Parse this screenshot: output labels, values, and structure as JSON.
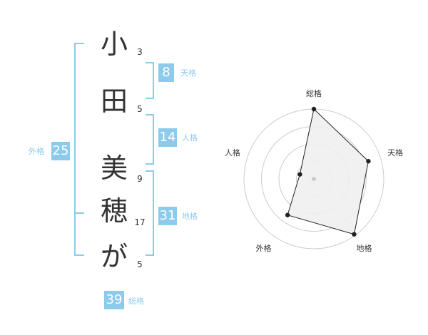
{
  "name": {
    "characters": [
      "小",
      "田",
      "美",
      "穂",
      "が"
    ],
    "strokes": [
      "3",
      "5",
      "9",
      "17",
      "5"
    ]
  },
  "scores": {
    "tenkaku": {
      "label": "天格",
      "value": "8"
    },
    "jinkaku": {
      "label": "人格",
      "value": "14"
    },
    "chikaku": {
      "label": "地格",
      "value": "31"
    },
    "gaikaku": {
      "label": "外格",
      "value": "25"
    },
    "soukaku": {
      "label": "総格",
      "value": "39"
    }
  },
  "chart_data": {
    "type": "radar",
    "axes": [
      "総格",
      "天格",
      "地格",
      "外格",
      "人格"
    ],
    "values": [
      1.0,
      0.82,
      0.98,
      0.64,
      0.21
    ],
    "max": 1.0,
    "rings": 4,
    "colors": {
      "fill": "#f0f0f0",
      "line": "#222222",
      "grid": "#cccccc"
    }
  }
}
